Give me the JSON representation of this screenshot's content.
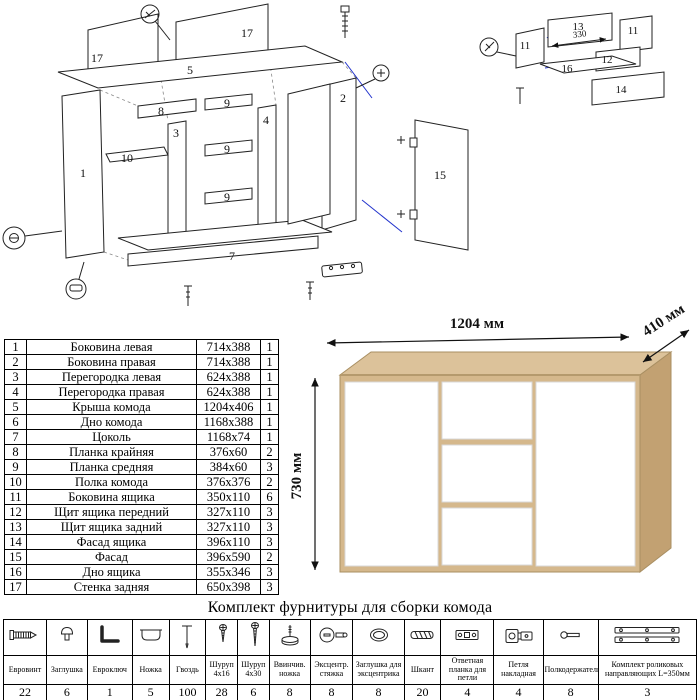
{
  "colors": {
    "wood": "#d5b88c",
    "wood_top": "#dcc29a",
    "wood_dark": "#c2a172",
    "blue_guide": "#2233cc",
    "line": "#222222"
  },
  "diagram": {
    "part_labels": [
      "17",
      "5",
      "17",
      "8",
      "3",
      "9",
      "4",
      "2",
      "9",
      "10",
      "9",
      "1",
      "7",
      "15"
    ],
    "detail": {
      "labels": [
        "13",
        "11",
        "11",
        "12",
        "16",
        "14"
      ],
      "dimension": "330"
    }
  },
  "product": {
    "width": "1204 мм",
    "depth": "410 мм",
    "height": "730 мм"
  },
  "parts_table": {
    "rows": [
      {
        "num": "1",
        "name": "Боковина левая",
        "size": "714x388",
        "qty": "1"
      },
      {
        "num": "2",
        "name": "Боковина правая",
        "size": "714x388",
        "qty": "1"
      },
      {
        "num": "3",
        "name": "Перегородка левая",
        "size": "624x388",
        "qty": "1"
      },
      {
        "num": "4",
        "name": "Перегородка правая",
        "size": "624x388",
        "qty": "1"
      },
      {
        "num": "5",
        "name": "Крыша комода",
        "size": "1204x406",
        "qty": "1"
      },
      {
        "num": "6",
        "name": "Дно комода",
        "size": "1168x388",
        "qty": "1"
      },
      {
        "num": "7",
        "name": "Цоколь",
        "size": "1168x74",
        "qty": "1"
      },
      {
        "num": "8",
        "name": "Планка крайняя",
        "size": "376x60",
        "qty": "2"
      },
      {
        "num": "9",
        "name": "Планка средняя",
        "size": "384x60",
        "qty": "3"
      },
      {
        "num": "10",
        "name": "Полка комода",
        "size": "376x376",
        "qty": "2"
      },
      {
        "num": "11",
        "name": "Боковина ящика",
        "size": "350x110",
        "qty": "6"
      },
      {
        "num": "12",
        "name": "Щит ящика передний",
        "size": "327x110",
        "qty": "3"
      },
      {
        "num": "13",
        "name": "Щит ящика задний",
        "size": "327x110",
        "qty": "3"
      },
      {
        "num": "14",
        "name": "Фасад ящика",
        "size": "396x110",
        "qty": "3"
      },
      {
        "num": "15",
        "name": "Фасад",
        "size": "396x590",
        "qty": "2"
      },
      {
        "num": "16",
        "name": "Дно ящика",
        "size": "355x346",
        "qty": "3"
      },
      {
        "num": "17",
        "name": "Стенка задняя",
        "size": "650x398",
        "qty": "3"
      }
    ]
  },
  "hardware": {
    "title": "Комплект фурнитуры для сборки комода",
    "items": [
      {
        "icon": "euro-screw-icon",
        "label": "Евровинт",
        "qty": "22"
      },
      {
        "icon": "cap-icon",
        "label": "Заглушка",
        "qty": "6"
      },
      {
        "icon": "hex-key-icon",
        "label": "Евроключ",
        "qty": "1"
      },
      {
        "icon": "leg-icon",
        "label": "Ножка",
        "qty": "5"
      },
      {
        "icon": "nail-icon",
        "label": "Гвоздь",
        "qty": "100"
      },
      {
        "icon": "screw-small-icon",
        "label": "Шуруп 4x16",
        "qty": "28"
      },
      {
        "icon": "screw-large-icon",
        "label": "Шуруп 4x30",
        "qty": "6"
      },
      {
        "icon": "screw-foot-icon",
        "label": "Ввинчив. ножка",
        "qty": "8"
      },
      {
        "icon": "cam-lock-icon",
        "label": "Эксцентр. стяжка",
        "qty": "8"
      },
      {
        "icon": "cam-cap-icon",
        "label": "Заглушка для эксцентрика",
        "qty": "8"
      },
      {
        "icon": "dowel-icon",
        "label": "Шкант",
        "qty": "20"
      },
      {
        "icon": "hinge-plate-icon",
        "label": "Ответная планка для петли",
        "qty": "4"
      },
      {
        "icon": "hinge-icon",
        "label": "Петля накладная",
        "qty": "4"
      },
      {
        "icon": "shelf-support-icon",
        "label": "Полкодержатель",
        "qty": "8"
      },
      {
        "icon": "roller-guides-icon",
        "label": "Комплект роликовых направляющих L=350мм",
        "qty": "3"
      }
    ]
  }
}
